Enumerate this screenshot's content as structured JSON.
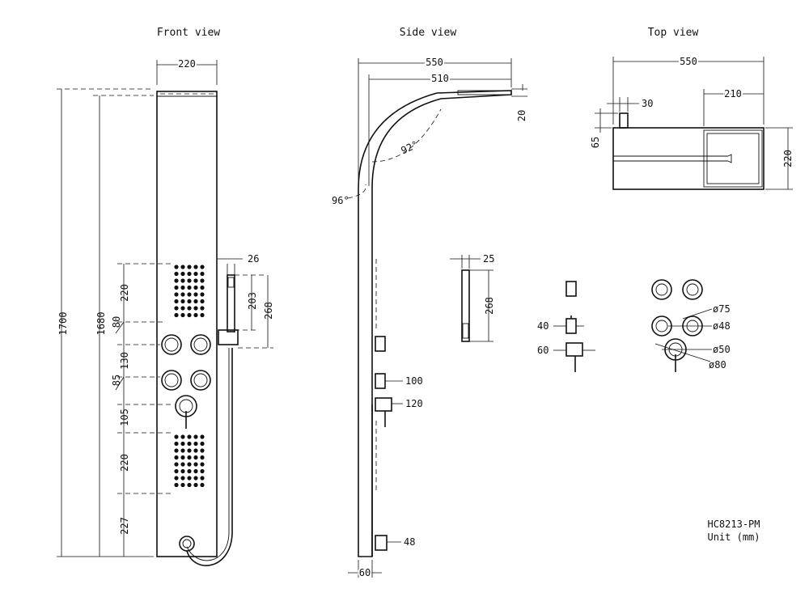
{
  "titles": {
    "front": "Front view",
    "side": "Side view",
    "top": "Top view"
  },
  "model": "HC8213-PM",
  "unit": "Unit (mm)",
  "front_dims": {
    "width": "220",
    "height_total": "1700",
    "height_inner": "1680",
    "spray_top": "220",
    "gap1": "80",
    "jets_spacing": "130",
    "gap2": "85",
    "mixer_gap": "105",
    "spray_bottom": "220",
    "bottom": "227",
    "handshower_offset": "26",
    "handshower_len": "203",
    "handshower_total": "268"
  },
  "side_dims": {
    "total_depth": "550",
    "arm_reach": "510",
    "head_thick": "20",
    "angle_arm": "92°",
    "angle_base": "96°",
    "jet_depth": "100",
    "mixer_depth": "120",
    "outlet_depth": "48",
    "panel_depth": "60"
  },
  "top_dims": {
    "width": "550",
    "head": "210",
    "knob": "30",
    "depth": "65",
    "height": "220"
  },
  "handshower_dims": {
    "width": "25",
    "length": "268"
  },
  "knob_dims": {
    "k40": "40",
    "k60": "60",
    "d75": "ø75",
    "d48": "ø48",
    "d50": "ø50",
    "d80": "ø80"
  }
}
